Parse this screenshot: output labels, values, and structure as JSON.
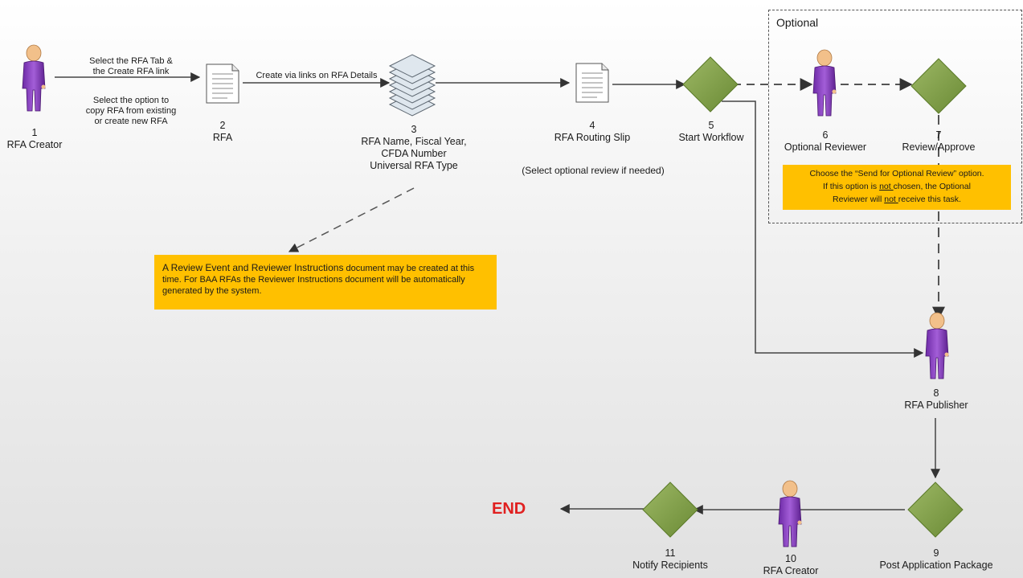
{
  "optional_group": {
    "title": "Optional"
  },
  "nodes": [
    {
      "id": 1,
      "number": "1",
      "name": "RFA Creator",
      "kind": "person"
    },
    {
      "id": 2,
      "number": "2",
      "name": "RFA",
      "kind": "document"
    },
    {
      "id": 3,
      "number": "3",
      "name_lines": [
        "RFA Name, Fiscal Year,",
        "CFDA Number",
        "Universal RFA Type"
      ],
      "kind": "document-stack"
    },
    {
      "id": 4,
      "number": "4",
      "name": "RFA Routing Slip",
      "kind": "document"
    },
    {
      "id": 5,
      "number": "5",
      "name": "Start Workflow",
      "kind": "decision"
    },
    {
      "id": 6,
      "number": "6",
      "name": "Optional Reviewer",
      "kind": "person"
    },
    {
      "id": 7,
      "number": "7",
      "name": "Review/Approve",
      "kind": "decision"
    },
    {
      "id": 8,
      "number": "8",
      "name": "RFA Publisher",
      "kind": "person"
    },
    {
      "id": 9,
      "number": "9",
      "name": "Post Application Package",
      "kind": "decision"
    },
    {
      "id": 10,
      "number": "10",
      "name": "RFA Creator",
      "kind": "person"
    },
    {
      "id": 11,
      "number": "11",
      "name": "Notify Recipients",
      "kind": "decision"
    }
  ],
  "edge_labels": {
    "e1_2_top": [
      "Select the RFA Tab &",
      "the Create RFA link"
    ],
    "e1_2_bottom": [
      "Select the option to",
      "copy RFA from existing",
      "or create new RFA"
    ],
    "e2_3": "Create via links on RFA Details",
    "routing_note": "(Select optional review if needed)"
  },
  "notes": {
    "review_event": {
      "bold_lead": "A Review Event and Reviewer Instructions",
      "rest": " document may be created at this time. For BAA RFAs the Reviewer Instructions document will be automatically generated by the system."
    },
    "optional_review": {
      "line1": "Choose the “Send for Optional Review” option.",
      "line2_pre": "If this option is ",
      "line2_u": "not ",
      "line2_post": "chosen, the Optional",
      "line3_pre": "Reviewer will ",
      "line3_u": "not ",
      "line3_post": "receive this task."
    }
  },
  "end_label": "END",
  "colors": {
    "person_body": "#8a3fc4",
    "person_skin": "#f2c08a",
    "decision": "#7d9a45",
    "note_bg": "#ffc000",
    "end_text": "#e02020",
    "line": "#444444"
  }
}
